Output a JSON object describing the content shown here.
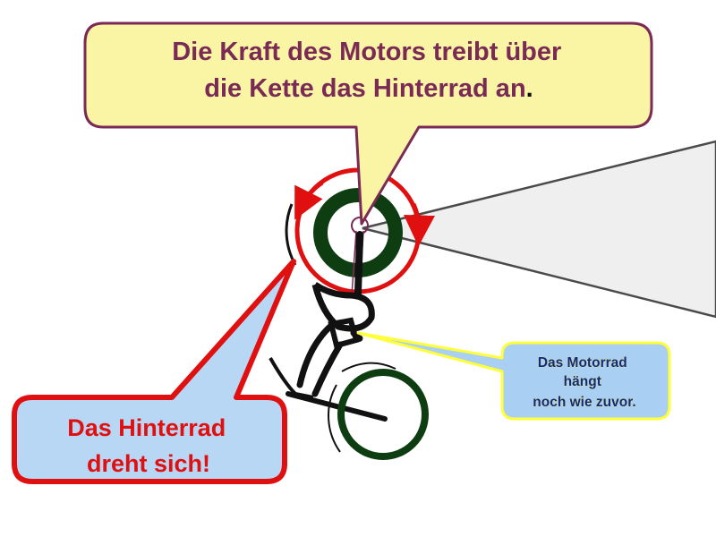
{
  "callouts": {
    "top": {
      "line1": "Die Kraft des Motors treibt über",
      "line2_text": "die Kette das Hinterrad an",
      "line2_end": "."
    },
    "left": {
      "line1": "Das Hinterrad",
      "line2": "dreht sich!"
    },
    "right": {
      "line1": "Das Motorrad",
      "line2": "hängt",
      "line3": "noch wie zuvor."
    }
  },
  "colors": {
    "top_bubble_fill": "#f9f5a4",
    "top_bubble_stroke": "#7a2a55",
    "top_text": "#7a2a55",
    "left_bubble_fill": "#b7d7f5",
    "left_bubble_stroke": "#e01010",
    "left_text": "#e01010",
    "right_bubble_fill": "#a9d0f2",
    "right_bubble_stroke": "#ffff3a",
    "right_text": "#0b2a8a",
    "wheel_green": "#0f3d12",
    "rotation_arrow": "#e01010",
    "beam_fill": "#efefef"
  }
}
